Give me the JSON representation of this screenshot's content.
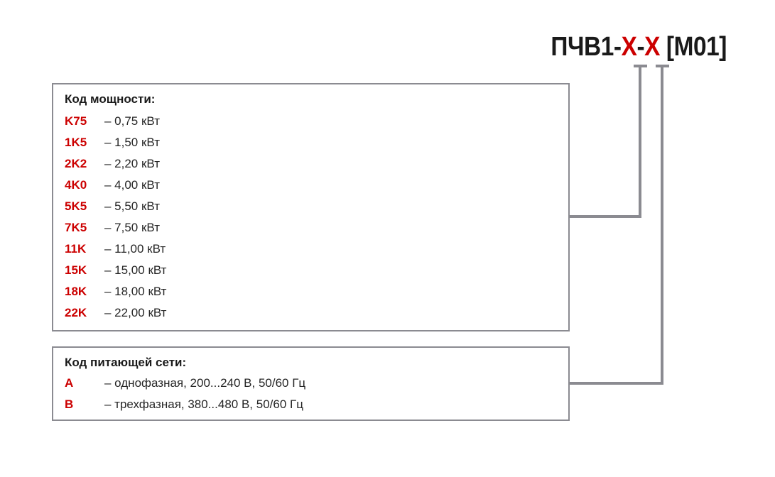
{
  "diagram": {
    "product_code": {
      "prefix": "ПЧВ1-",
      "placeholder_1": "X",
      "separator": "-",
      "placeholder_2": "X",
      "suffix": " [M01]",
      "full": "ПЧВ1-X-X [M01]",
      "accent_color": "#CC0000",
      "text_color": "#1a1a1a"
    },
    "line_color": "#8b8b91",
    "boxes": [
      {
        "id": "power-code",
        "title": "Код мощности:",
        "rows": [
          {
            "code": "K75",
            "value": "– 0,75 кВт"
          },
          {
            "code": "1K5",
            "value": "– 1,50 кВт"
          },
          {
            "code": "2K2",
            "value": "– 2,20 кВт"
          },
          {
            "code": "4K0",
            "value": "– 4,00 кВт"
          },
          {
            "code": "5K5",
            "value": "– 5,50 кВт"
          },
          {
            "code": "7K5",
            "value": "– 7,50 кВт"
          },
          {
            "code": "11K",
            "value": "– 11,00 кВт"
          },
          {
            "code": "15K",
            "value": "– 15,00 кВт"
          },
          {
            "code": "18K",
            "value": "– 18,00 кВт"
          },
          {
            "code": "22K",
            "value": "– 22,00 кВт"
          }
        ]
      },
      {
        "id": "supply-code",
        "title": "Код питающей сети:",
        "rows": [
          {
            "code": "A",
            "value": "– однофазная, 200...240 В, 50/60 Гц"
          },
          {
            "code": "B",
            "value": "– трехфазная, 380...480 В, 50/60 Гц"
          }
        ]
      }
    ]
  }
}
